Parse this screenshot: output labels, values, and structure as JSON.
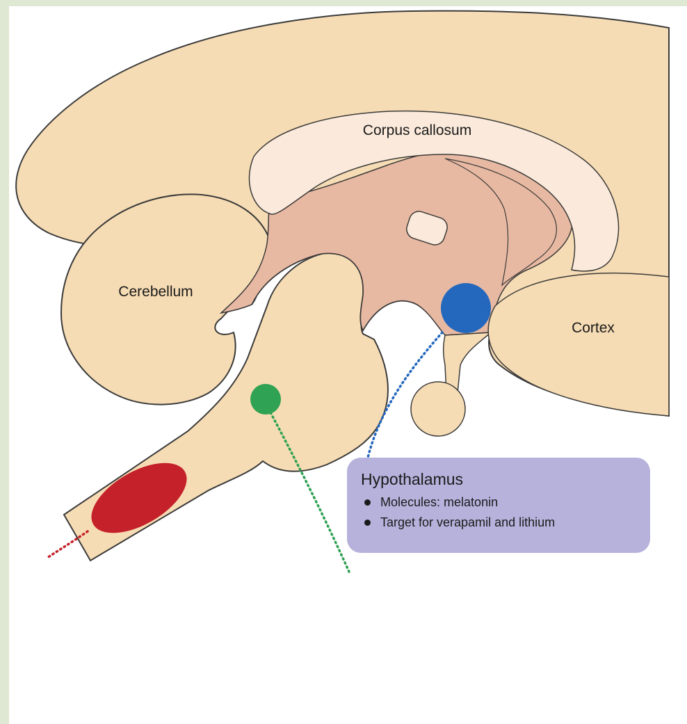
{
  "colors": {
    "frame": "#dfe8d3",
    "tissue": "#f6dcb4",
    "inner_tissue": "#e8b9a2",
    "corpus_callosum": "#fbeadb",
    "outline": "#3a3a3a",
    "hypothalamus_marker": "#2468bd",
    "brainstem_marker": "#2fa253",
    "spinal_marker": "#c4212a",
    "card_background": "#b6b2dc"
  },
  "labels": {
    "corpus_callosum": "Corpus callosum",
    "cerebellum": "Cerebellum",
    "cortex": "Cortex"
  },
  "info_card": {
    "title": "Hypothalamus",
    "items": [
      "Molecules: melatonin",
      "Target for verapamil and lithium"
    ]
  }
}
